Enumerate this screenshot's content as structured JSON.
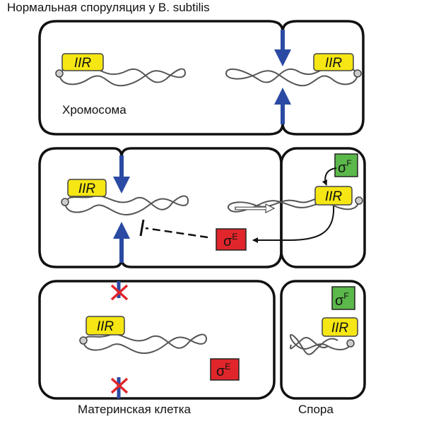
{
  "title": "Нормальная споруляция у B. subtilis",
  "labels": {
    "chromosome": "Хромосома",
    "mother_cell": "Материнская клетка",
    "spore": "Спора"
  },
  "region_tag": "IIR",
  "sigma": {
    "letter": "σ",
    "F": "F",
    "E": "E"
  },
  "colors": {
    "tag_yellow": "#f5e614",
    "sigma_F_green": "#5bb84a",
    "sigma_E_red": "#e0262b",
    "septum_blue": "#2a4aa3",
    "block_red": "#e0262b"
  }
}
